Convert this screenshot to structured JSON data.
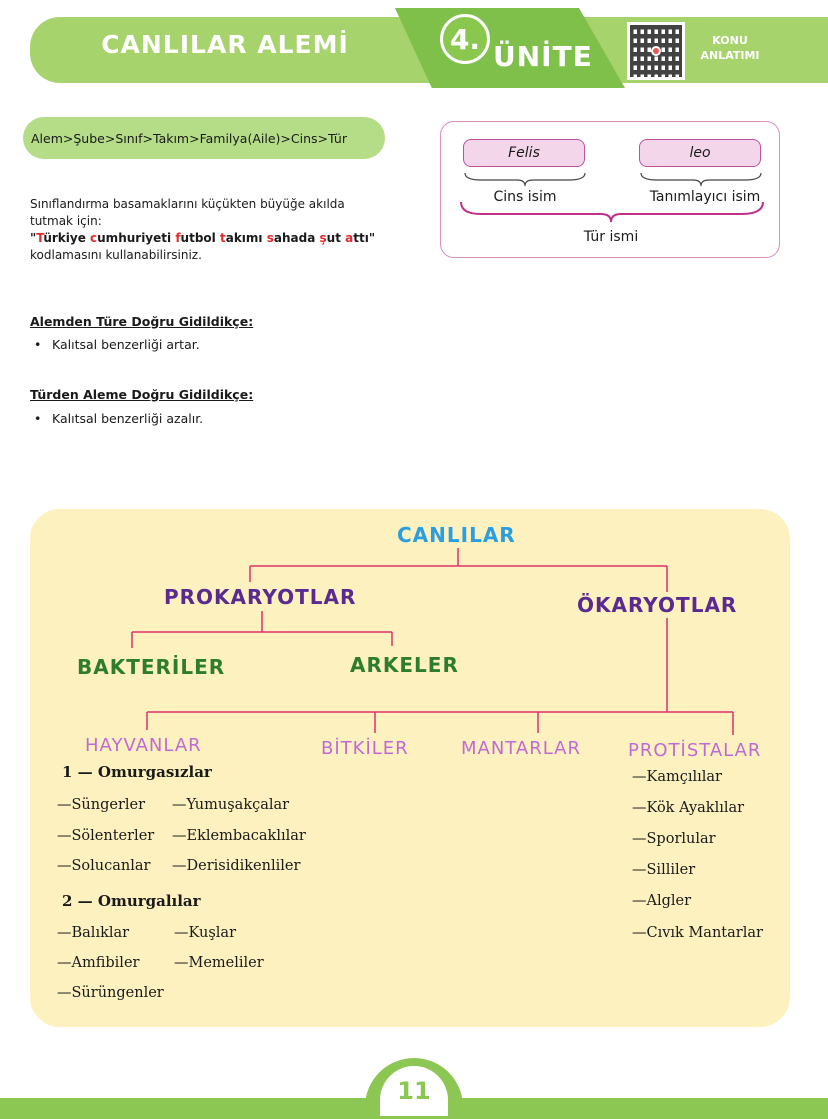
{
  "header": {
    "title": "CANLILAR ALEMİ",
    "unit_number": "4.",
    "unit_word": "ÜNİTE",
    "konu_line1": "KONU",
    "konu_line2": "ANLATIMI"
  },
  "hierarchy": "Alem>Şube>Sınıf>Takım>Familya(Aile)>Cins>Tür",
  "mnemonic": {
    "intro": "Sınıflandırma basamaklarını küçükten büyüğe akılda tutmak için:",
    "quote_open": "\"",
    "words": [
      {
        "first": "T",
        "rest": "ürkiye"
      },
      {
        "first": "c",
        "rest": "umhuriyeti"
      },
      {
        "first": "f",
        "rest": "utbol"
      },
      {
        "first": "t",
        "rest": "akımı"
      },
      {
        "first": "s",
        "rest": "ahada"
      },
      {
        "first": "ş",
        "rest": "ut"
      },
      {
        "first": "a",
        "rest": "ttı"
      }
    ],
    "quote_close": "\"",
    "outro": "kodlamasını kullanabilirsiniz."
  },
  "sections": [
    {
      "heading": "Alemden Türe Doğru Gidildikçe:",
      "bullet": "Kalıtsal benzerliği artar."
    },
    {
      "heading": "Türden Aleme Doğru Gidildikçe:",
      "bullet": "Kalıtsal benzerliği azalır."
    }
  ],
  "species": {
    "genus_term": "Felis",
    "epithet_term": "leo",
    "genus_label": "Cins isim",
    "epithet_label": "Tanımlayıcı isim",
    "species_label": "Tür ismi"
  },
  "tree": {
    "root": "CANLILAR",
    "prokaryotes": "PROKARYOTLAR",
    "eukaryotes": "ÖKARYOTLAR",
    "bacteria": "BAKTERİLER",
    "archaea": "ARKELER",
    "kingdoms": [
      "HAYVANLAR",
      "BİTKİLER",
      "MANTARLAR",
      "PROTİSTALAR"
    ],
    "invertebrates_title": "1 — Omurgasızlar",
    "invertebrates": [
      "—Süngerler",
      "—Yumuşakçalar",
      "—Sölenterler",
      "—Eklembacaklılar",
      "—Solucanlar",
      "—Derisidikenliler"
    ],
    "vertebrates_title": "2 — Omurgalılar",
    "vertebrates": [
      "—Balıklar",
      "—Kuşlar",
      "—Amfibiler",
      "—Memeliler",
      "—Sürüngenler"
    ],
    "protists": [
      "—Kamçılılar",
      "—Kök Ayaklılar",
      "—Sporlular",
      "—Silliler",
      "—Algler",
      "—Cıvık Mantarlar"
    ]
  },
  "footer": {
    "page_number": "11"
  }
}
